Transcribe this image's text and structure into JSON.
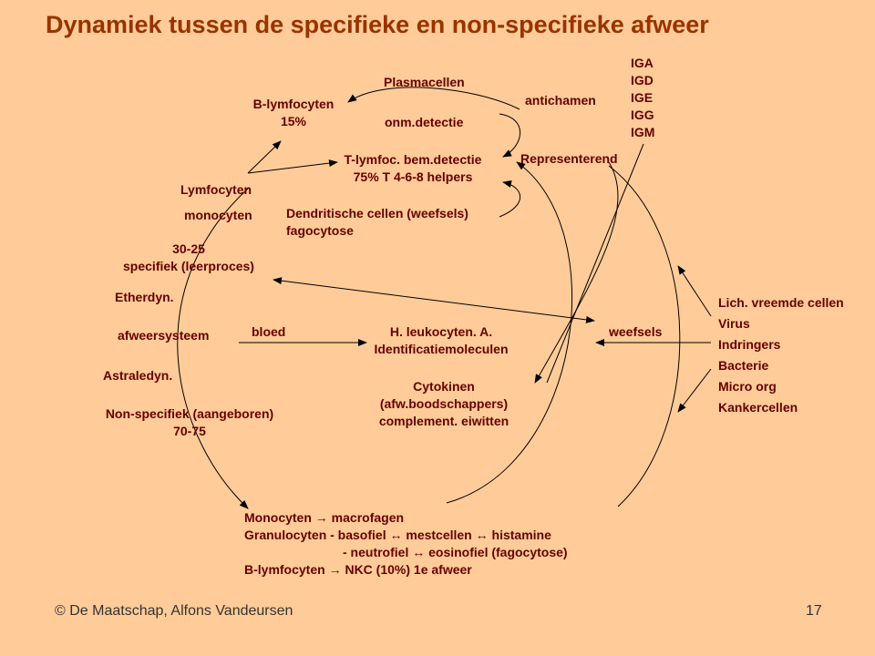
{
  "title": "Dynamiek tussen de specifieke en non-specifieke afweer",
  "labels": {
    "plasmacellen": "Plasmacellen",
    "onm_detectie": "onm.detectie",
    "antichamen": "antichamen",
    "b_lymfocyten": [
      "B-lymfocyten",
      "15%"
    ],
    "t_lymfoc": [
      "T-lymfoc. bem.detectie",
      "75% T 4-6-8 helpers"
    ],
    "representerend": "Representerend",
    "dendritische": [
      "Dendritische cellen (weefsels)",
      "fagocytose"
    ],
    "lymfocyten": "Lymfocyten",
    "monocyten": "monocyten",
    "specifiek": [
      "30-25",
      "specifiek (leerproces)"
    ],
    "etherdyn": "Etherdyn.",
    "afweersysteem": "afweersysteem",
    "bloed": "bloed",
    "leukocyten": [
      "H. leukocyten. A.",
      "Identificatiemoleculen"
    ],
    "weefsels": "weefsels",
    "astraledyn": "Astraledyn.",
    "cytokinen": [
      "Cytokinen",
      "(afw.boodschappers)",
      "complement. eiwitten"
    ],
    "non_specifiek": [
      "Non-specifiek (aangeboren)",
      "70-75"
    ],
    "immunoglobulins": [
      "IGA",
      "IGD",
      "IGE",
      "IGG",
      "IGM"
    ],
    "invaders": [
      "Lich. vreemde cellen",
      "Virus",
      "Indringers",
      "Bacterie",
      "Micro org",
      "Kankercellen"
    ],
    "bottom": [
      "Monocyten → macrofagen",
      "Granulocyten - basofiel ↔ mestcellen ↔ histamine",
      "- neutrofiel ↔ eosinofiel (fagocytose)",
      "B-lymfocyten → NKC (10%) 1e afweer"
    ]
  },
  "footer": {
    "copyright": "© De Maatschap, Alfons Vandeursen",
    "page_number": "17"
  }
}
